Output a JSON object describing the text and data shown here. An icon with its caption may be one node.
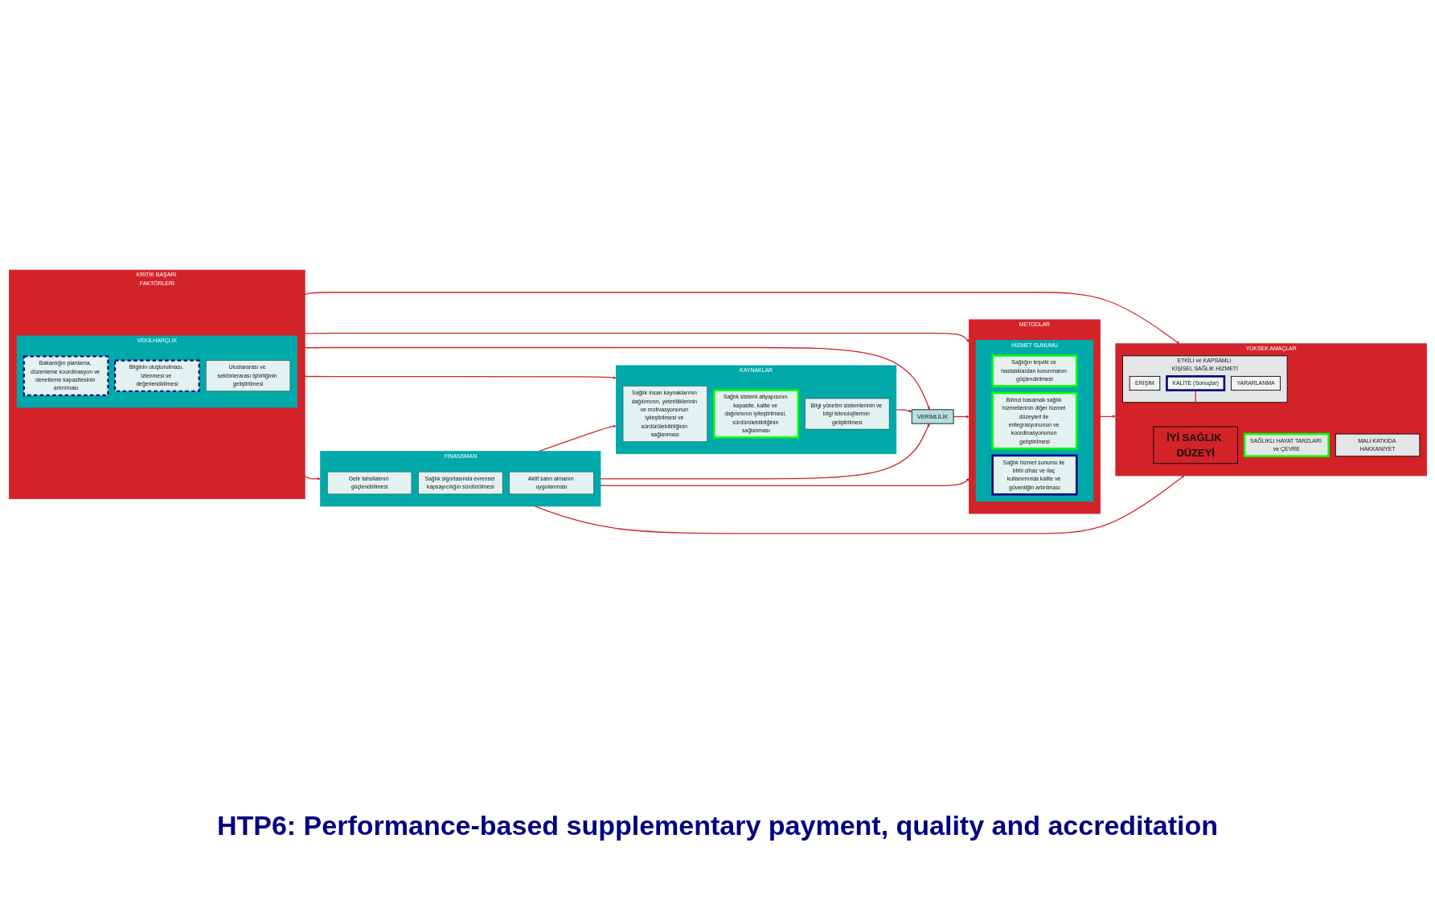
{
  "diagram": {
    "caption": "HTP6: Performance-based supplementary payment, quality and accreditation",
    "nodes": [
      {
        "text": [
          "KRİTİK BAŞARI FAKTÖRLERİ"
        ]
      },
      {
        "text": [
          "VEKİLHARÇLIK"
        ],
        "in": 0
      },
      {
        "text": [
          "Bakanlığın planlama, düzenleme koordinasyon ve denetleme kapasitesinin artırılması"
        ],
        "in": 1
      },
      {
        "text": [
          "Bilginin oluşturulması, izlenmesi ve değerlendirilmesi"
        ],
        "in": 1
      },
      {
        "text": [
          "Uluslararası ve sektörlerarası işbirliğinin geliştirilmesi"
        ],
        "in": 1
      },
      {
        "text": [
          "KAYNAKLAR"
        ]
      },
      {
        "text": [
          "Sağlık insan kaynaklarının dağılımının, yeterliliklerinin ve motivasyonunun iyileştirilmesi ve sürdürülebilirliğinin sağlanması"
        ],
        "in": 5
      },
      {
        "text": [
          "Sağlık sistemi altyapısının kapasite, kalite ve dağılımının iyileştirilmesi, sürdürülebilirliğinin sağlanması"
        ],
        "in": 5
      },
      {
        "text": [
          "Bilgi yönetim sistemlerinin ve bilgi teknolojilerinin geliştirilmesi"
        ],
        "in": 5
      },
      {
        "text": [
          "VERİMLİLİK"
        ]
      },
      {
        "text": [
          "METODLAR"
        ]
      },
      {
        "text": [
          "HİZMET SUNUMU"
        ],
        "in": 10
      },
      {
        "text": [
          "Sağlığın teşviki ve hastalıklardan korunmanın güçlendirilmesi"
        ],
        "in": 11
      },
      {
        "text": [
          "Birinci basamak sağlık hizmetlerinin diğer hizmet düzeyleri ile entegrasyonunun ve koordinasyonunun geliştirilmesi"
        ],
        "in": 11
      },
      {
        "text": [
          "Sağlık hizmet sunumu ile tıbbi cihaz ve ilaç kullanımında kalite ve güvenliğin artırılması"
        ],
        "in": 11
      },
      {
        "text": [
          "YÜKSEK AMAÇLAR"
        ]
      },
      {
        "text": [
          "SAĞLIKLI HAYAT TARZLARI ve ÇEVRE"
        ],
        "in": 15
      },
      {
        "text": [
          "ETKİLİ ve KAPSAMLI KİŞİSEL SAĞLIK HİZMETİ"
        ],
        "in": 15
      },
      {
        "text": [
          "ERİŞİM"
        ],
        "in": 17
      },
      {
        "text": [
          "KALİTE (Sonuçlar)"
        ],
        "in": 17
      },
      {
        "text": [
          "YARARLANMA"
        ],
        "in": 17
      },
      {
        "text": [
          "MALİ KATKIDA HAKKANİYET"
        ],
        "in": 15
      },
      {
        "text": [
          "İYİ SAĞLIK DÜZEYİ"
        ],
        "in": 15
      },
      {
        "text": [
          "FİNANSMAN"
        ]
      },
      {
        "text": [
          "Gelir tahsilatının güçlendirilmesi"
        ],
        "in": 23
      },
      {
        "text": [
          "Sağlık sigortasında evrensel kapsayıcılığın sürdürülmesi"
        ],
        "in": 23
      },
      {
        "text": [
          "Aktif satın almanın uygulanması"
        ],
        "in": 23
      }
    ],
    "edges": [
      {
        "from": 1,
        "to": 15,
        "arrow": "to"
      },
      {
        "from": 1,
        "to": 5,
        "arrow": "to"
      },
      {
        "from": 1,
        "to": 9,
        "arrow": "to"
      },
      {
        "from": 1,
        "to": 10,
        "arrow": "to"
      },
      {
        "from": 1,
        "to": 23,
        "arrow": "to"
      },
      {
        "from": 5,
        "to": 9,
        "arrow": "to"
      },
      {
        "from": 9,
        "to": 10,
        "arrow": "to"
      },
      {
        "from": 10,
        "to": 15,
        "arrow": "to"
      },
      {
        "from": 19,
        "to": 22,
        "arrow": "to"
      },
      {
        "from": 23,
        "to": 5,
        "arrow": "to"
      },
      {
        "from": 23,
        "to": 9,
        "arrow": "to"
      },
      {
        "from": 23,
        "to": 10,
        "arrow": "to"
      },
      {
        "from": 23,
        "to": 15,
        "arrow": "to"
      }
    ]
  }
}
